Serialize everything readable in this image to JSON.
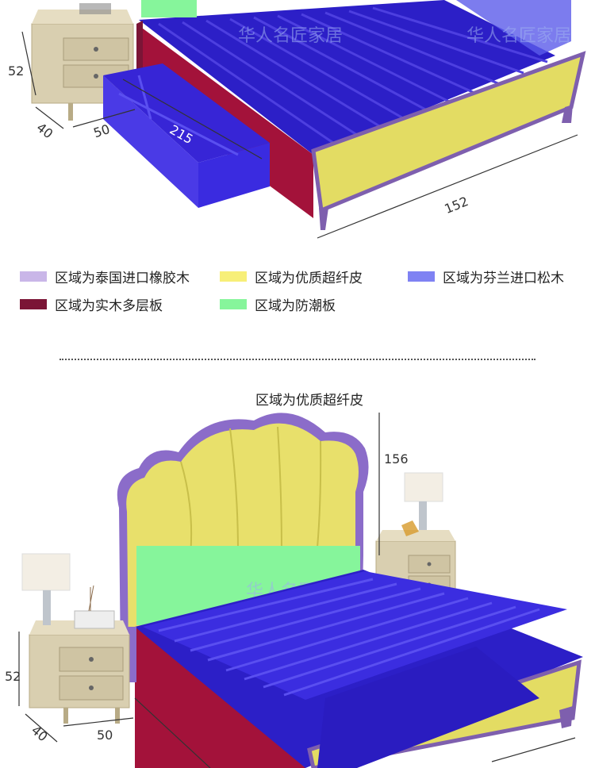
{
  "colors": {
    "rubberwood": "#c9b6e8",
    "microfiber_leather": "#f7ef78",
    "pine": "#7f82f3",
    "plywood": "#7b1536",
    "moisture_board": "#86f59b"
  },
  "top_figure": {
    "dimensions": {
      "nightstand_height": "52",
      "nightstand_depth": "40",
      "nightstand_width": "50",
      "drawer_length": "215",
      "bed_width": "152"
    },
    "watermark_left": "华人名匠家居",
    "watermark_right": "华人名匠家居"
  },
  "legend": [
    {
      "label": "区域为泰国进口橡胶木",
      "color": "#c9b6e8"
    },
    {
      "label": "区域为优质超纤皮",
      "color": "#f7ef78"
    },
    {
      "label": "区域为芬兰进口松木",
      "color": "#7f82f3"
    },
    {
      "label": "区域为实木多层板",
      "color": "#7b1536"
    },
    {
      "label": "区域为防潮板",
      "color": "#86f59b"
    }
  ],
  "bottom_figure": {
    "caption": "区域为优质超纤皮",
    "dimensions": {
      "headboard_height": "156",
      "nightstand_height": "52",
      "nightstand_depth": "40",
      "nightstand_width": "50"
    },
    "watermark": "华人名匠家居"
  }
}
